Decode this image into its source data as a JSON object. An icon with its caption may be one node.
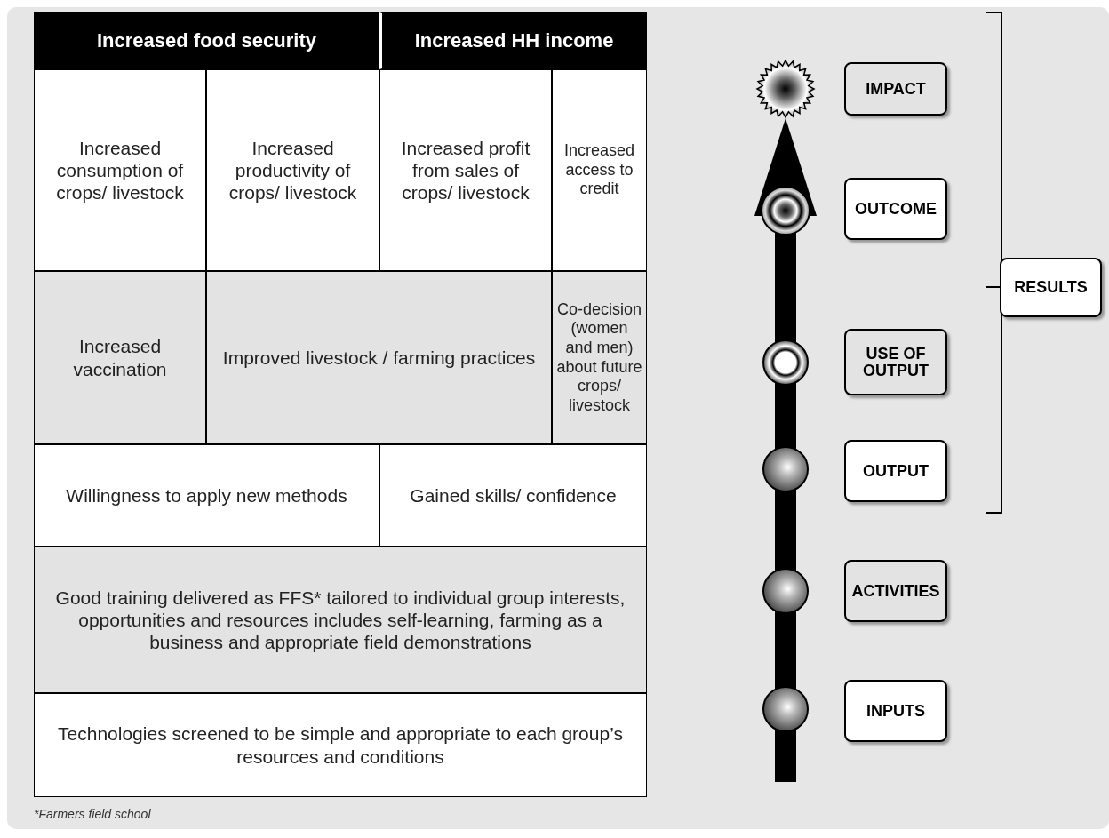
{
  "diagram": {
    "nodes": [
      {
        "text": [
          "Increased food security"
        ]
      },
      {
        "text": [
          "Increased HH income"
        ]
      },
      {
        "text": [
          "Increased consumption of crops/ livestock"
        ]
      },
      {
        "text": [
          "Increased productivity of crops/ livestock"
        ]
      },
      {
        "text": [
          "Increased profit from sales of crops/ livestock"
        ]
      },
      {
        "text": [
          "Increased access to credit"
        ]
      },
      {
        "text": [
          "Increased vaccination"
        ]
      },
      {
        "text": [
          "Improved livestock / farming practices"
        ]
      },
      {
        "text": [
          "Co-decision (women and men) about future crops/ livestock"
        ]
      },
      {
        "text": [
          "Willingness to apply new methods"
        ]
      },
      {
        "text": [
          "Gained skills/ confidence"
        ]
      },
      {
        "text": [
          "Good training delivered as FFS* tailored to individual group interests, opportunities and resources includes self-learning, farming as a business and appropriate field demonstrations"
        ]
      },
      {
        "text": [
          "Technologies screened to be simple and appropriate to each group’s resources and conditions"
        ]
      },
      {
        "text": [],
        "shape": "star"
      },
      {
        "text": [
          "IMPACT"
        ]
      },
      {
        "text": [],
        "shape": "circle"
      },
      {
        "text": [
          "OUTCOME"
        ]
      },
      {
        "text": [],
        "shape": "circle"
      },
      {
        "text": [
          "USE OF OUTPUT"
        ]
      },
      {
        "text": [],
        "shape": "circle"
      },
      {
        "text": [
          "OUTPUT"
        ]
      },
      {
        "text": [],
        "shape": "circle"
      },
      {
        "text": [
          "ACTIVITIES"
        ]
      },
      {
        "text": [],
        "shape": "circle"
      },
      {
        "text": [
          "INPUTS"
        ]
      },
      {
        "text": [
          "RESULTS"
        ]
      }
    ],
    "edges": [
      {
        "from": null,
        "to": 13,
        "arrow": "to"
      }
    ],
    "labels": [
      "*Farmers field school"
    ]
  }
}
